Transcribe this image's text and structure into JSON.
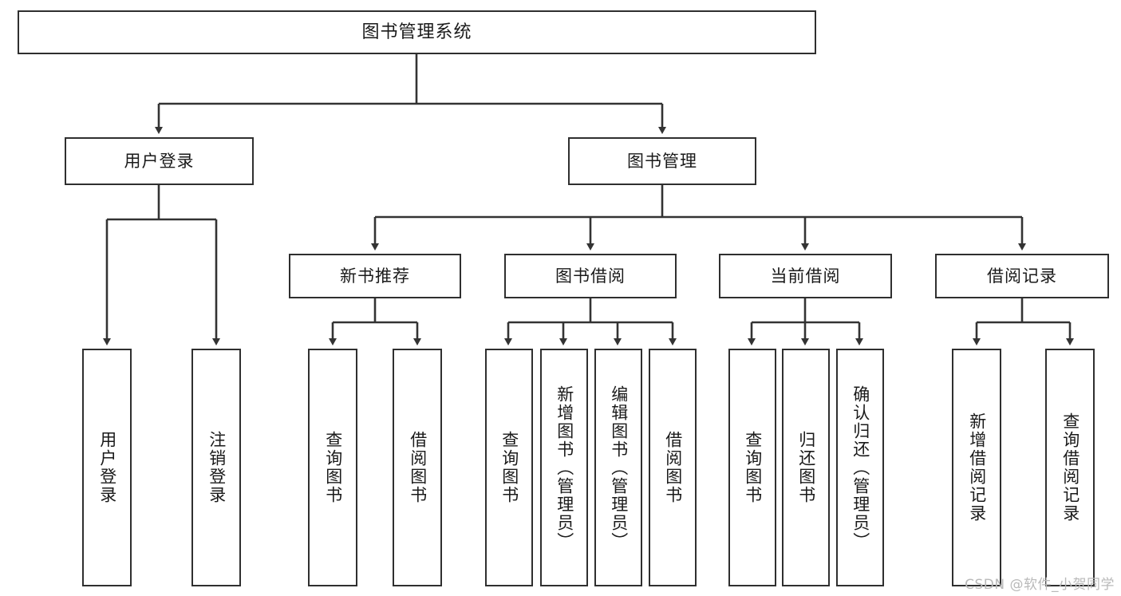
{
  "diagram": {
    "type": "tree-hierarchy",
    "title": "图书管理系统",
    "root": {
      "id": "root",
      "label": "图书管理系统"
    },
    "level2": [
      {
        "id": "user-login",
        "label": "用户登录"
      },
      {
        "id": "book-manage",
        "label": "图书管理"
      }
    ],
    "level3": [
      {
        "id": "new-book-recommend",
        "label": "新书推荐",
        "parent": "book-manage"
      },
      {
        "id": "book-borrow",
        "label": "图书借阅",
        "parent": "book-manage"
      },
      {
        "id": "current-borrow",
        "label": "当前借阅",
        "parent": "book-manage"
      },
      {
        "id": "borrow-record",
        "label": "借阅记录",
        "parent": "book-manage"
      }
    ],
    "leaves": {
      "user_login": [
        {
          "id": "leaf-user-login",
          "label": "用户登录"
        },
        {
          "id": "leaf-logout",
          "label": "注销登录"
        }
      ],
      "new_book_recommend": [
        {
          "id": "leaf-query-book-1",
          "label": "查询图书"
        },
        {
          "id": "leaf-borrow-book-1",
          "label": "借阅图书"
        }
      ],
      "book_borrow": [
        {
          "id": "leaf-query-book-2",
          "label": "查询图书"
        },
        {
          "id": "leaf-add-book",
          "label": "新增图书（管理员）"
        },
        {
          "id": "leaf-edit-book",
          "label": "编辑图书（管理员）"
        },
        {
          "id": "leaf-borrow-book-2",
          "label": "借阅图书"
        }
      ],
      "current_borrow": [
        {
          "id": "leaf-query-book-3",
          "label": "查询图书"
        },
        {
          "id": "leaf-return-book",
          "label": "归还图书"
        },
        {
          "id": "leaf-confirm-return",
          "label": "确认归还（管理员）"
        }
      ],
      "borrow_record": [
        {
          "id": "leaf-add-record",
          "label": "新增借阅记录"
        },
        {
          "id": "leaf-query-record",
          "label": "查询借阅记录"
        }
      ]
    }
  },
  "watermark": {
    "text": "CSDN @软件_小贺同学"
  },
  "colors": {
    "box_border": "#2f2f2f",
    "box_fill": "#ffffff",
    "connector": "#333333",
    "text": "#1a1a1a",
    "watermark": "#b9b9b9",
    "background": "#ffffff"
  }
}
